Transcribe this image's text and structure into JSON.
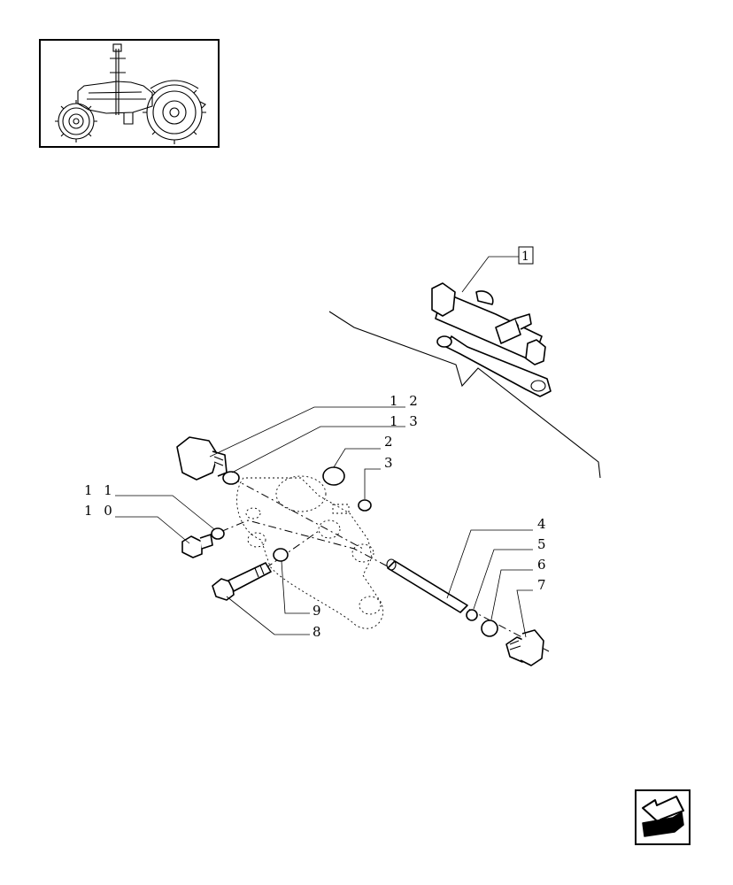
{
  "diagram": {
    "reference_number": "1",
    "callouts": [
      {
        "id": "12",
        "label": "1 2"
      },
      {
        "id": "13",
        "label": "1 3"
      },
      {
        "id": "2",
        "label": "2"
      },
      {
        "id": "3",
        "label": "3"
      },
      {
        "id": "11",
        "label": "1 1"
      },
      {
        "id": "10",
        "label": "1 0"
      },
      {
        "id": "4",
        "label": "4"
      },
      {
        "id": "5",
        "label": "5"
      },
      {
        "id": "6",
        "label": "6"
      },
      {
        "id": "7",
        "label": "7"
      },
      {
        "id": "9",
        "label": "9"
      },
      {
        "id": "8",
        "label": "8"
      }
    ]
  },
  "icons": {
    "thumbnail": "tractor-thumbnail-icon",
    "nav": "back-arrow-icon"
  }
}
